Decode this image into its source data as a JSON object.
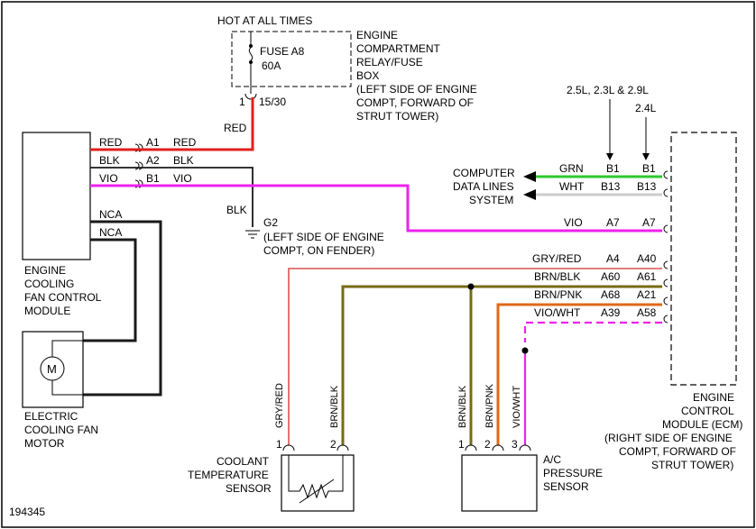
{
  "colors": {
    "red": "#e0201c",
    "black": "#1a1a1a",
    "violet": "#ee22ee",
    "green": "#2ec82e",
    "white": "#cccccc",
    "gry_red": "#d9534f",
    "brn_blk": "#7a6a14",
    "brn_pnk": "#e06818"
  },
  "fuse": {
    "hot_label": "HOT AT ALL TIMES",
    "name": "FUSE A8",
    "rating": "60A",
    "pin_left": "1",
    "pin_right": "15/30",
    "box_lines": [
      "ENGINE",
      "COMPARTMENT",
      "RELAY/FUSE",
      "BOX",
      "(LEFT SIDE OF ENGINE",
      "COMPT, FORWARD OF",
      "STRUT TOWER)"
    ]
  },
  "fan_module": {
    "lines": [
      "ENGINE",
      "COOLING",
      "FAN CONTROL",
      "MODULE"
    ],
    "wires": [
      {
        "color_left": "RED",
        "pin": "A1",
        "color_right": "RED"
      },
      {
        "color_left": "BLK",
        "pin": "A2",
        "color_right": "BLK"
      },
      {
        "color_left": "VIO",
        "pin": "B1",
        "color_right": "VIO"
      }
    ],
    "nca1": "NCA",
    "nca2": "NCA"
  },
  "feed_wire_label": "RED",
  "ground": {
    "wire_label": "BLK",
    "name": "G2",
    "location_lines": [
      "(LEFT SIDE OF ENGINE",
      "COMPT, ON FENDER)"
    ]
  },
  "motor": {
    "symbol": "M",
    "lines": [
      "ELECTRIC",
      "COOLING FAN",
      "MOTOR"
    ]
  },
  "engine_variants": {
    "a": "2.5L, 2.3L & 2.9L",
    "b": "2.4L"
  },
  "data_lines": {
    "lines": [
      "COMPUTER",
      "DATA LINES",
      "SYSTEM"
    ]
  },
  "ecm_rows": [
    {
      "color": "GRN",
      "pin_a": "B1",
      "pin_b": "B1"
    },
    {
      "color": "WHT",
      "pin_a": "B13",
      "pin_b": "B13"
    },
    {
      "color": "VIO",
      "pin_a": "A7",
      "pin_b": "A7"
    },
    {
      "color": "GRY/RED",
      "pin_a": "A4",
      "pin_b": "A40"
    },
    {
      "color": "BRN/BLK",
      "pin_a": "A60",
      "pin_b": "A61"
    },
    {
      "color": "BRN/PNK",
      "pin_a": "A68",
      "pin_b": "A21"
    },
    {
      "color": "VIO/WHT",
      "pin_a": "A39",
      "pin_b": "A58"
    }
  ],
  "ecm": {
    "lines": [
      "ENGINE",
      "CONTROL",
      "MODULE (ECM)",
      "(RIGHT SIDE OF ENGINE",
      "COMPT, FORWARD OF",
      "STRUT TOWER)"
    ]
  },
  "coolant_sensor": {
    "wire1": "GRY/RED",
    "wire2": "BRN/BLK",
    "pin1": "1",
    "pin2": "2",
    "lines": [
      "COOLANT",
      "TEMPERATURE",
      "SENSOR"
    ]
  },
  "ac_sensor": {
    "wire1": "BRN/BLK",
    "wire2": "BRN/PNK",
    "wire3": "VIO/WHT",
    "pin1": "1",
    "pin2": "2",
    "pin3": "3",
    "lines": [
      "A/C",
      "PRESSURE",
      "SENSOR"
    ]
  },
  "figure_id": "194345"
}
